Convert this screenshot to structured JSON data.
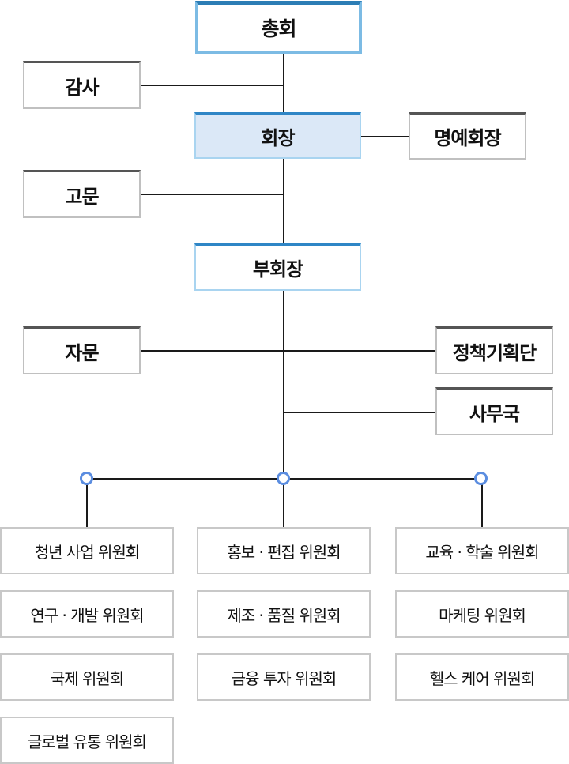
{
  "colors": {
    "accent_blue": "#2c7db5",
    "light_blue_border": "#7cbbe4",
    "chair_fill": "#dbe8f7",
    "node_dot": "#5b8de0",
    "box_border": "#c0c0c0",
    "line": "#1a1a1a"
  },
  "org": {
    "general_assembly": "총회",
    "auditor": "감사",
    "chairman": "회장",
    "honorary_chairman": "명예회장",
    "advisor": "고문",
    "vice_chairman": "부회장",
    "consultation": "자문",
    "policy_planning": "정책기획단",
    "secretariat": "사무국"
  },
  "committees": [
    "청년 사업 위원회",
    "홍보 · 편집 위원회",
    "교육 · 학술 위원회",
    "연구 · 개발 위원회",
    "제조 · 품질 위원회",
    "마케팅 위원회",
    "국제 위원회",
    "금융 투자 위원회",
    "헬스 케어 위원회",
    "글로벌 유통 위원회"
  ]
}
